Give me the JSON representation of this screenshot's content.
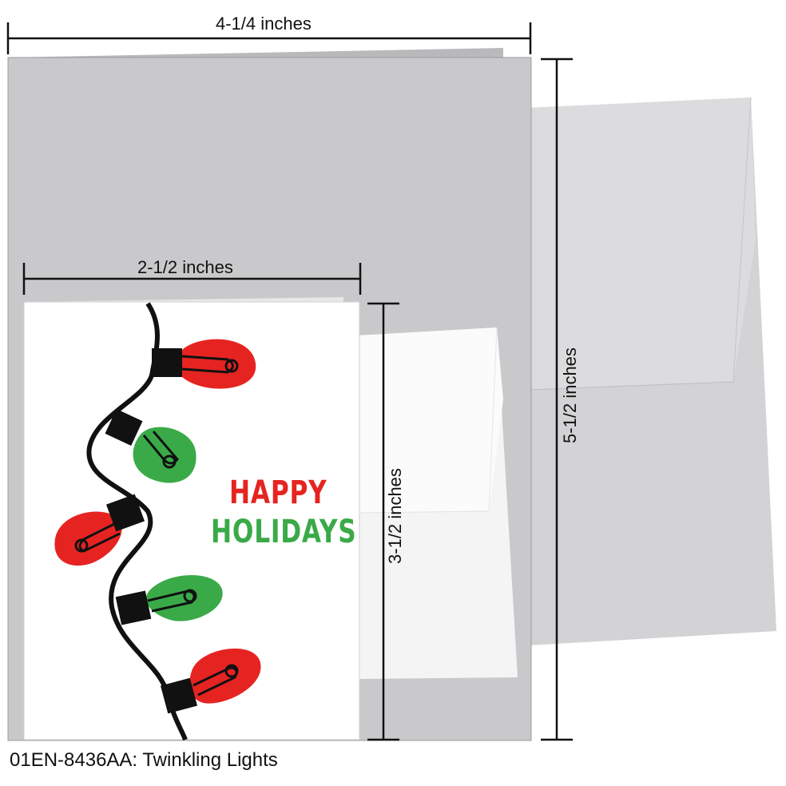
{
  "dimensions": {
    "large_width": "4-1/4 inches",
    "large_height": "5-1/2 inches",
    "small_width": "2-1/2 inches",
    "small_height": "3-1/2 inches"
  },
  "card": {
    "greeting_line1": "HAPPY",
    "greeting_line2": "HOLIDAYS"
  },
  "colors": {
    "red": "#e52421",
    "green": "#3aaa48",
    "card_gray": "#c8c8ca",
    "envelope_gray": "#d2d2d4"
  },
  "caption": {
    "sku": "01EN-8436AA:",
    "title": "Twinkling Lights"
  }
}
